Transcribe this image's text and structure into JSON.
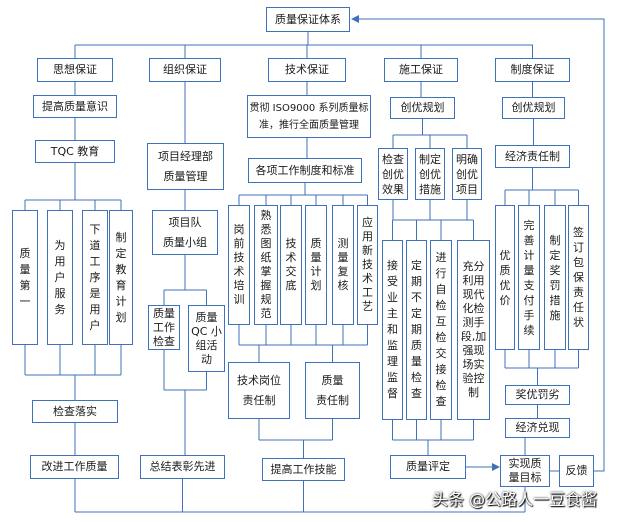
{
  "title": "质量保证体系",
  "colors": {
    "line": "#3f72b8",
    "text": "#1a1a1a",
    "background": "#ffffff",
    "watermark": "#ffffff"
  },
  "ideology": {
    "header": "思想保证",
    "awareness": "提高质量意识",
    "education": "TQC 教育",
    "items": [
      "质量第一",
      "为用户服务",
      "下道工序是用户",
      "制定教育计划"
    ],
    "check": "检查落实",
    "result": "改进工作质量"
  },
  "organization": {
    "header": "组织保证",
    "project_dept": [
      "项目经理部",
      "质量管理"
    ],
    "team": [
      "项目队",
      "质量小组"
    ],
    "items": [
      "质量工作检查",
      "质量 QC 小组活动"
    ],
    "result": "总结表彰先进"
  },
  "technology": {
    "header": "技术保证",
    "standard": [
      "贯彻 ISO9000 系列质量标",
      "准，推行全面质量管理"
    ],
    "rules": "各项工作制度和标准",
    "items": [
      "岗前技术培训",
      "熟悉图纸掌握规范",
      "技术交底",
      "质量计划",
      "测量复核",
      "应用新技术工艺"
    ],
    "responsibility": [
      [
        "技术岗位",
        "责任制"
      ],
      [
        "质量",
        "责任制"
      ]
    ],
    "result": "提高工作技能"
  },
  "construction": {
    "header": "施工保证",
    "plan": "创优规划",
    "plan_items": [
      "检查创优效果",
      "制定创优措施",
      "明确创优项目"
    ],
    "items": [
      "接受业主和监理监督",
      "定期不定期质量检查",
      "进行自检互检交接检查",
      "充分利用现代化检测手段,加强现场实验控制"
    ],
    "result": "质量评定"
  },
  "system": {
    "header": "制度保证",
    "plan": "创优规划",
    "responsibility": "经济责任制",
    "items": [
      "优质优价",
      "完善计量支付手续",
      "制定奖罚措施",
      "签订包保责任状"
    ],
    "reward": "奖优罚劣",
    "payout": "经济兑现",
    "goal": [
      "实现质",
      "量目标"
    ],
    "feedback": "反馈"
  },
  "watermark": "头条 @公路人一豆食酱"
}
